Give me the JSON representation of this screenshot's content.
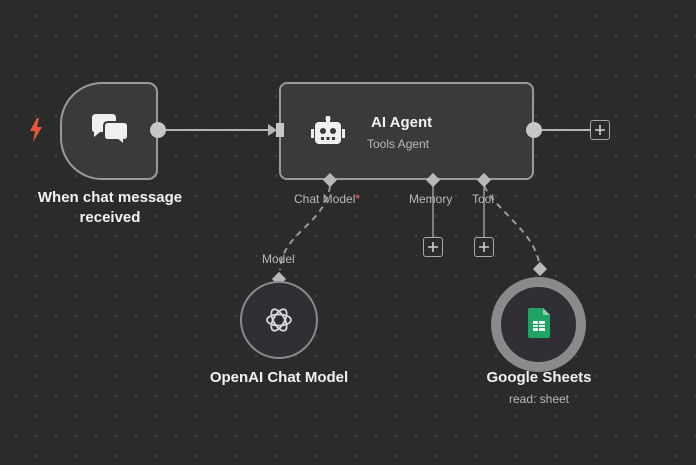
{
  "trigger": {
    "label": "When chat message received",
    "icon": "chat-bubbles-icon",
    "bolt_icon": "lightning-bolt-icon",
    "bolt_color": "#e8553b"
  },
  "agent": {
    "title": "AI Agent",
    "subtitle": "Tools Agent",
    "icon": "robot-icon",
    "ports": {
      "chat_model": "Chat Model",
      "chat_model_required": "*",
      "memory": "Memory",
      "tool": "Tool"
    }
  },
  "openai": {
    "label": "OpenAI Chat Model",
    "port_label": "Model",
    "icon": "openai-logo-icon"
  },
  "sheets": {
    "label": "Google Sheets",
    "subtitle": "read: sheet",
    "icon": "google-sheets-icon",
    "icon_color": "#1fa463"
  },
  "colors": {
    "canvas": "#2b2b2b",
    "node_bg": "#3a3a3a",
    "node_border": "#9a9a9a",
    "required": "#ff6b6b",
    "port_label": "#b9b9b9"
  }
}
